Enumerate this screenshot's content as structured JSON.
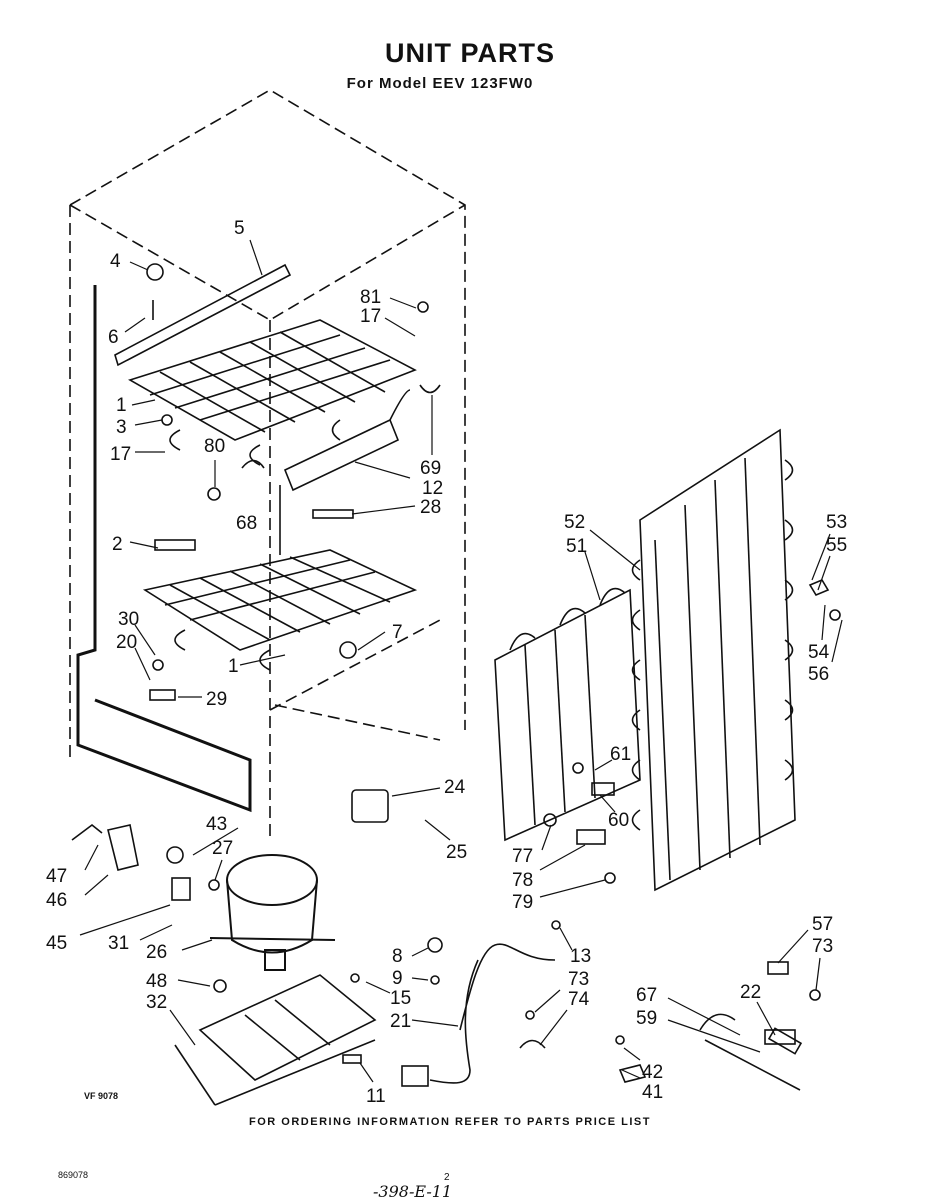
{
  "header": {
    "title": "UNIT PARTS",
    "subtitle": "For Model EEV 123FW0"
  },
  "footer": {
    "ordering_note": "FOR ORDERING INFORMATION REFER TO PARTS PRICE LIST",
    "figure_code": "VF 9078",
    "doc_number": "869078",
    "page_number": "2",
    "handwritten": "-398-E-11"
  },
  "callouts": [
    "1",
    "2",
    "3",
    "4",
    "5",
    "6",
    "7",
    "8",
    "9",
    "11",
    "12",
    "13",
    "15",
    "17",
    "20",
    "21",
    "22",
    "24",
    "25",
    "26",
    "27",
    "28",
    "29",
    "30",
    "31",
    "32",
    "41",
    "42",
    "43",
    "45",
    "46",
    "47",
    "48",
    "51",
    "52",
    "53",
    "54",
    "55",
    "56",
    "57",
    "59",
    "60",
    "61",
    "67",
    "68",
    "69",
    "73",
    "74",
    "77",
    "78",
    "79",
    "80",
    "81"
  ],
  "colors": {
    "ink": "#111111",
    "paper": "#ffffff"
  }
}
